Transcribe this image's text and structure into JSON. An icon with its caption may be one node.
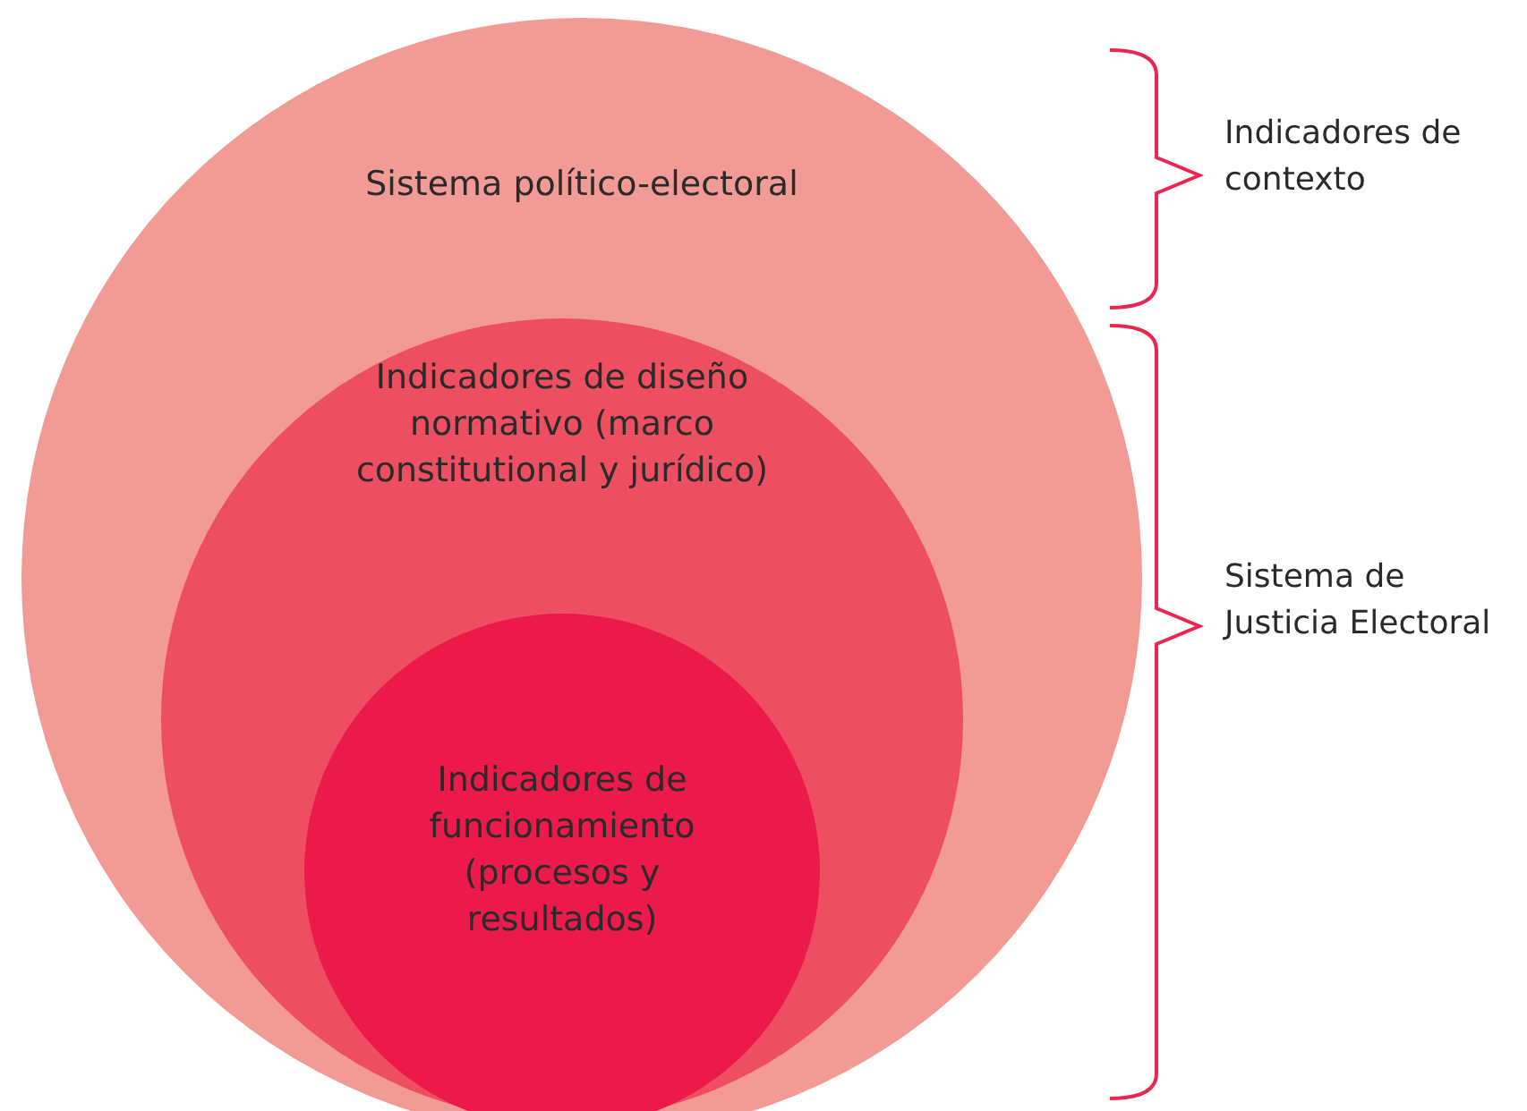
{
  "diagram": {
    "nodes": [
      {
        "text": [
          "Sistema político-electoral"
        ]
      },
      {
        "text": [
          "Indicadores de diseño normativo (marco constitutional y jurídico)"
        ],
        "in": 0
      },
      {
        "text": [
          "Indicadores de funcionamiento (procesos y resultados)"
        ],
        "in": 1
      }
    ],
    "labels": [
      "Indicadores de contexto",
      "Sistema de Justicia Electoral"
    ]
  }
}
